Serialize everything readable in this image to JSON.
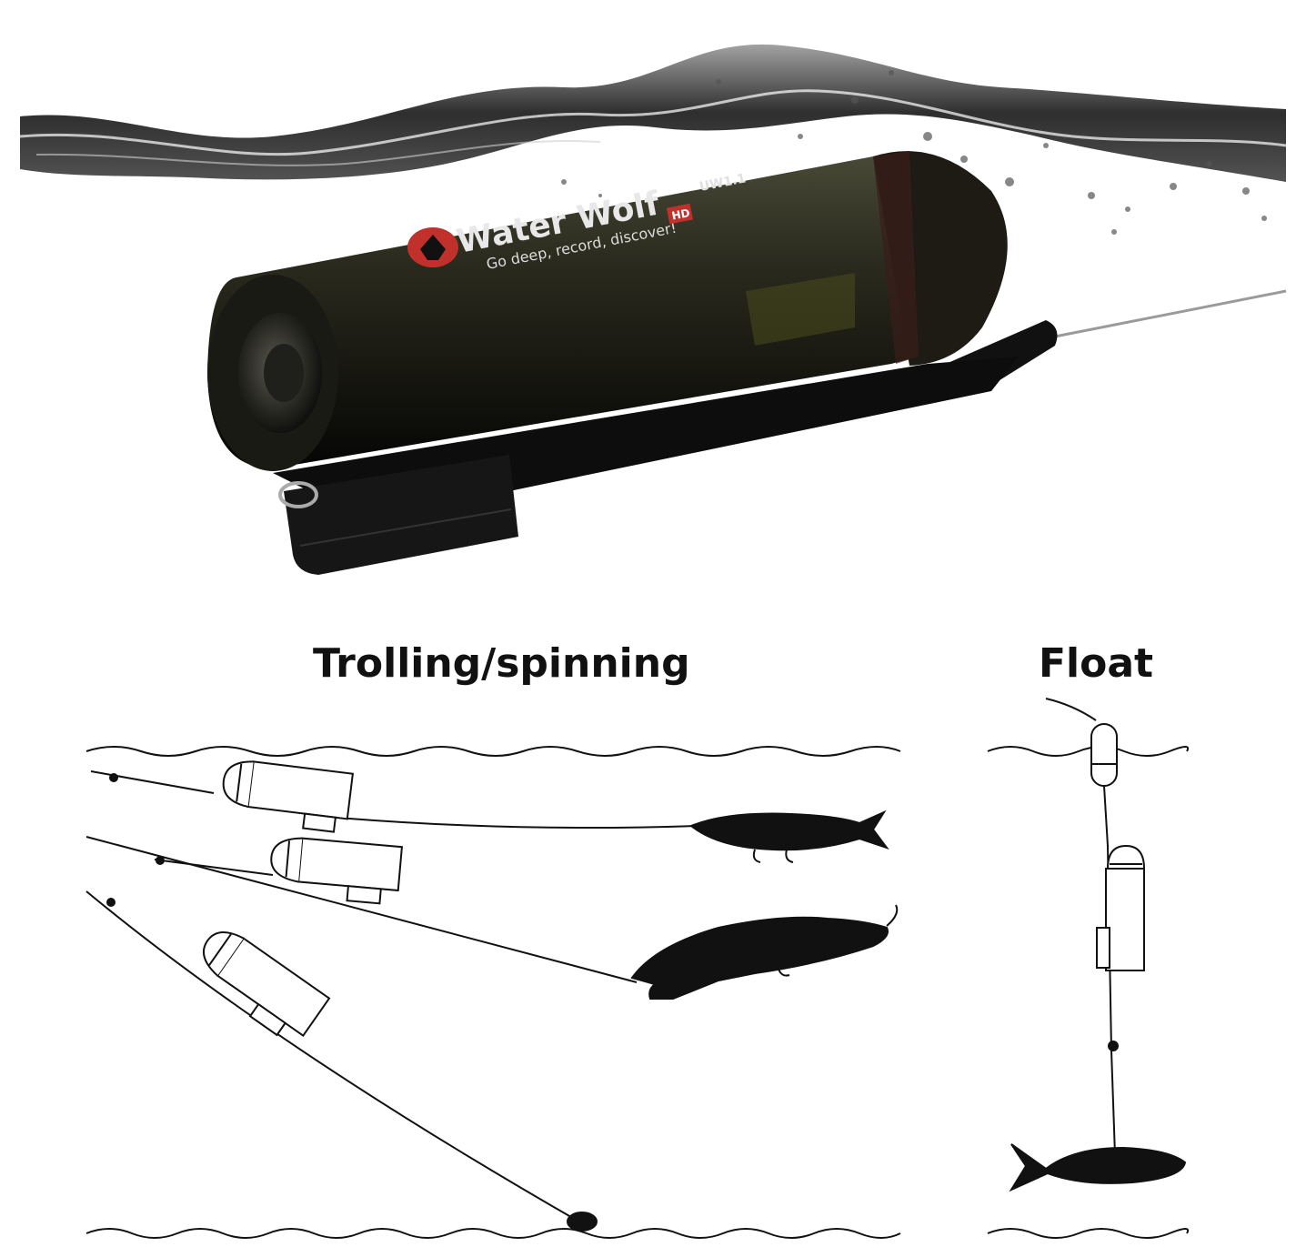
{
  "product": {
    "brand": "Water Wolf",
    "tagline": "Go deep, record, discover!",
    "model": "UW1.1",
    "badge": "HD"
  },
  "diagrams": {
    "trolling_title": "Trolling/spinning",
    "float_title": "Float"
  },
  "colors": {
    "camera_body": "#2a2a1e",
    "ink": "#111111",
    "water_splash": "#1a1a1a",
    "logo_red": "#c0312b"
  }
}
